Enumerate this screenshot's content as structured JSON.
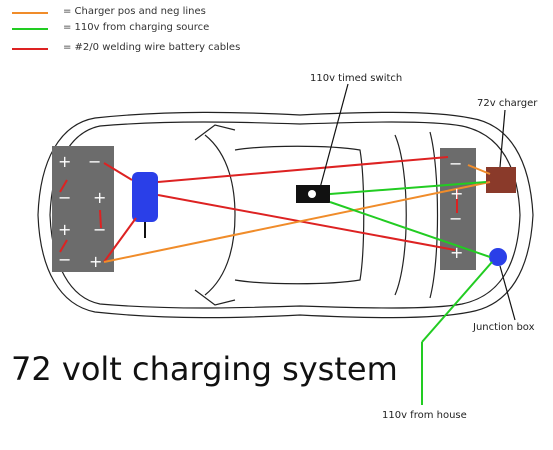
{
  "legend": {
    "items": [
      {
        "text": "= Charger pos and neg lines",
        "color": "#f08c2a"
      },
      {
        "text": "= 110v from charging source",
        "color": "#22cc22"
      },
      {
        "text": "= #2/0 welding wire battery cables",
        "color": "#dd2222"
      }
    ]
  },
  "labels": {
    "timed_switch": "110v timed switch",
    "charger": "72v charger",
    "junction_box": "Junction box",
    "house": "110v from house"
  },
  "title": "72 volt charging system",
  "front_battery_signs": [
    "+",
    "−",
    "−",
    "+",
    "+",
    "−",
    "−",
    "+"
  ],
  "rear_battery_signs": [
    "−",
    "+",
    "−",
    "+"
  ]
}
